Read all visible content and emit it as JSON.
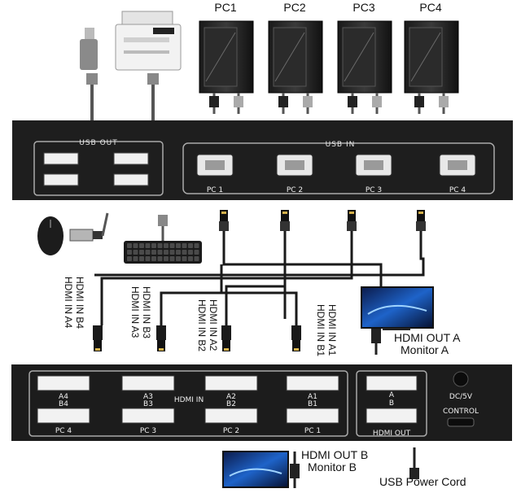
{
  "pcs": [
    "PC1",
    "PC2",
    "PC3",
    "PC4"
  ],
  "top_panel": {
    "usb_out_label": "USB OUT",
    "usb_in_label": "USB IN",
    "usb_in_ports": [
      "PC 1",
      "PC 2",
      "PC 3",
      "PC 4"
    ]
  },
  "vertical_labels": {
    "b4": "HDMI IN B4",
    "a4": "HDMI IN A4",
    "b3": "HDMI IN B3",
    "a3": "HDMI IN A3",
    "a2": "HDMI IN A2",
    "b2": "HDMI IN B2",
    "a1": "HDMI IN A1",
    "b1": "HDMI IN B1"
  },
  "monitor_a": {
    "line1": "HDMI OUT A",
    "line2": "Monitor A"
  },
  "bottom_panel": {
    "groups": [
      {
        "top": "A4",
        "bottom": "B4",
        "pc": "PC 4"
      },
      {
        "top": "A3",
        "bottom": "B3",
        "pc": "PC 3"
      },
      {
        "top": "A2",
        "bottom": "B2",
        "pc": "PC 2"
      },
      {
        "top": "A1",
        "bottom": "B1",
        "pc": "PC 1"
      }
    ],
    "hdmi_in_label": "HDMI IN",
    "out_top": "A",
    "out_bottom": "B",
    "hdmi_out_label": "HDMI OUT",
    "dc_label": "DC/5V",
    "control_label": "CONTROL"
  },
  "monitor_b": {
    "line1": "HDMI OUT B",
    "line2": "Monitor B"
  },
  "usb_power": "USB Power Cord"
}
